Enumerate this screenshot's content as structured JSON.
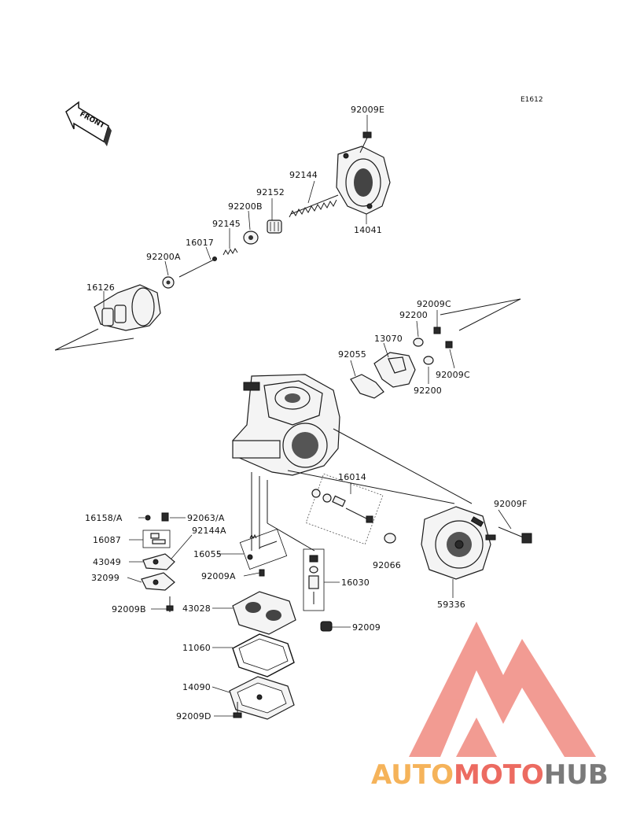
{
  "diagram": {
    "code": "E1612",
    "front_label": "FRONT",
    "parts": {
      "p92009E": "92009E",
      "p92144": "92144",
      "p92152": "92152",
      "p92200B": "92200B",
      "p92145": "92145",
      "p16017": "16017",
      "p92200A": "92200A",
      "p14041": "14041",
      "p16126": "16126",
      "p92009C_top": "92009C",
      "p92200_top": "92200",
      "p13070": "13070",
      "p92055": "92055",
      "p92009C_right": "92009C",
      "p92200_bottom": "92200",
      "p16014": "16014",
      "p92009F": "92009F",
      "p16158A": "16158/A",
      "p92063A": "92063/A",
      "p92144A": "92144A",
      "p16087": "16087",
      "p16055": "16055",
      "p43049": "43049",
      "p32099": "32099",
      "p92009A": "92009A",
      "p16030": "16030",
      "p92066": "92066",
      "p59336": "59336",
      "p92009B": "92009B",
      "p43028": "43028",
      "p92009": "92009",
      "p11060": "11060",
      "p14090": "14090",
      "p92009D": "92009D"
    }
  },
  "watermark": {
    "part1": "AUTO",
    "part2": "MOTO",
    "part3": "HUB",
    "colors": {
      "orange": "#f5b35a",
      "red": "#ec6b61",
      "gray": "#7a7a7a",
      "triangle": "#f08a80"
    }
  }
}
